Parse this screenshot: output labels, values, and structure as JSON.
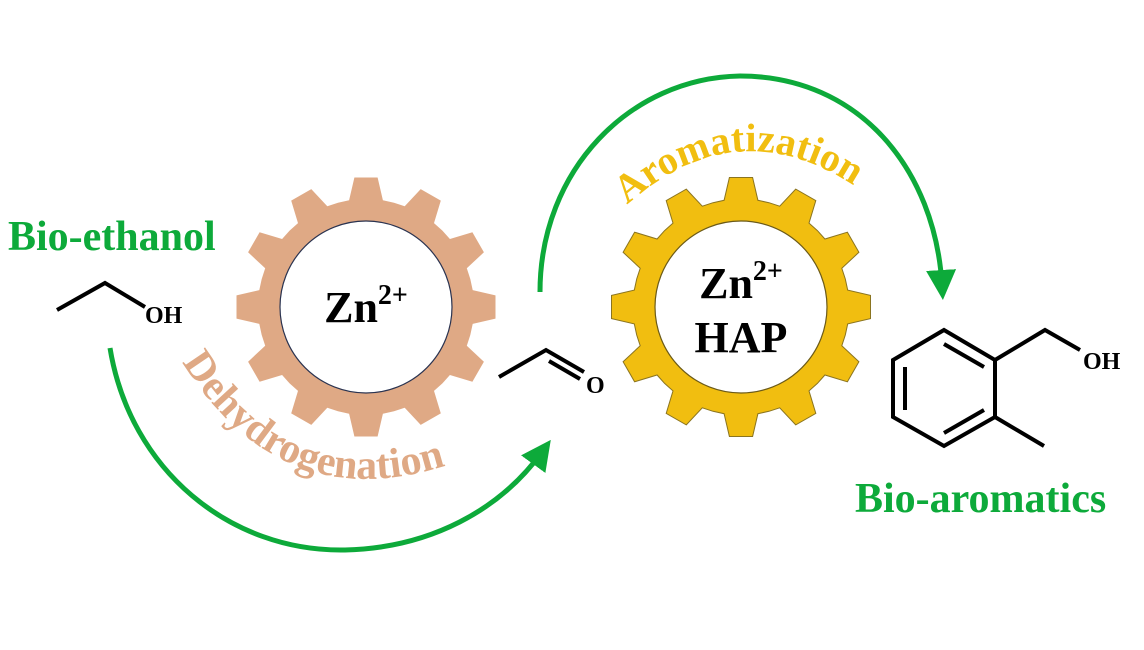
{
  "colors": {
    "green": "#0DAA3A",
    "gear1": "#DFA985",
    "gear2": "#F1BE10",
    "gear2_outline": "#8A7420",
    "bond": "#000000"
  },
  "labels": {
    "bio_ethanol": "Bio-ethanol",
    "bio_aromatics": "Bio-aromatics",
    "dehydrogenation": "Dehydrogenation",
    "aromatization": "Aromatization"
  },
  "gear1": {
    "element": "Zn",
    "charge": "2+"
  },
  "gear2": {
    "element": "Zn",
    "charge": "2+",
    "support": "HAP"
  },
  "molecules": {
    "ethanol_oh": "OH",
    "acetaldehyde_o": "O",
    "product_oh": "OH"
  }
}
